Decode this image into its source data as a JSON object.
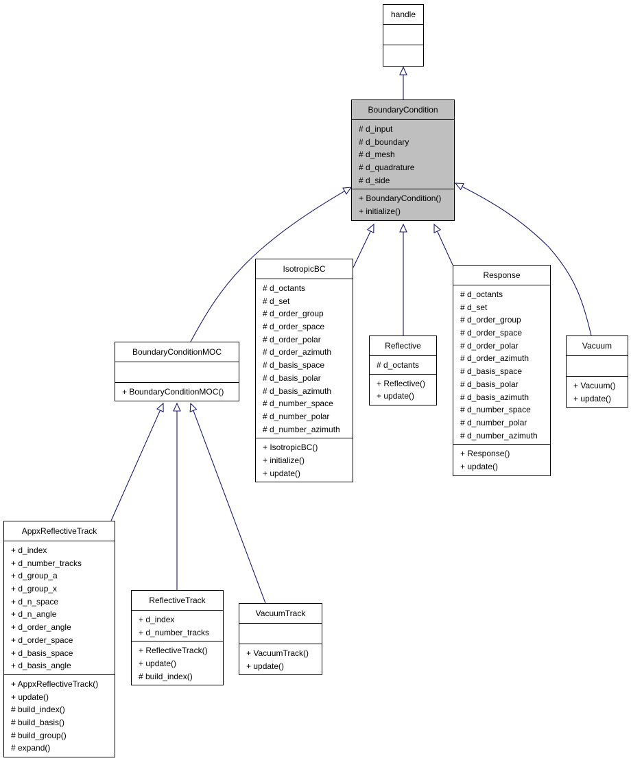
{
  "colors": {
    "edge": "#191970",
    "highlight_fill": "#bfbfbf",
    "border": "#000000"
  },
  "classes": [
    {
      "id": "handle",
      "name": "handle",
      "attributes": [],
      "methods": [],
      "highlight": false
    },
    {
      "id": "boundary-condition",
      "name": "BoundaryCondition",
      "highlight": true,
      "attributes": [
        "# d_input",
        "# d_boundary",
        "# d_mesh",
        "# d_quadrature",
        "# d_side"
      ],
      "methods": [
        "+ BoundaryCondition()",
        "+ initialize()"
      ]
    },
    {
      "id": "boundary-condition-moc",
      "name": "BoundaryConditionMOC",
      "highlight": false,
      "attributes": [],
      "methods": [
        "+ BoundaryConditionMOC()"
      ]
    },
    {
      "id": "isotropic-bc",
      "name": "IsotropicBC",
      "highlight": false,
      "attributes": [
        "# d_octants",
        "# d_set",
        "# d_order_group",
        "# d_order_space",
        "# d_order_polar",
        "# d_order_azimuth",
        "# d_basis_space",
        "# d_basis_polar",
        "# d_basis_azimuth",
        "# d_number_space",
        "# d_number_polar",
        "# d_number_azimuth"
      ],
      "methods": [
        "+ IsotropicBC()",
        "+ initialize()",
        "+ update()"
      ]
    },
    {
      "id": "reflective",
      "name": "Reflective",
      "highlight": false,
      "attributes": [
        "# d_octants"
      ],
      "methods": [
        "+ Reflective()",
        "+ update()"
      ]
    },
    {
      "id": "response",
      "name": "Response",
      "highlight": false,
      "attributes": [
        "# d_octants",
        "# d_set",
        "# d_order_group",
        "# d_order_space",
        "# d_order_polar",
        "# d_order_azimuth",
        "# d_basis_space",
        "# d_basis_polar",
        "# d_basis_azimuth",
        "# d_number_space",
        "# d_number_polar",
        "# d_number_azimuth"
      ],
      "methods": [
        "+ Response()",
        "+ update()"
      ]
    },
    {
      "id": "vacuum",
      "name": "Vacuum",
      "highlight": false,
      "attributes": [],
      "methods": [
        "+ Vacuum()",
        "+ update()"
      ]
    },
    {
      "id": "appx-reflective-track",
      "name": "AppxReflectiveTrack",
      "highlight": false,
      "attributes": [
        "+ d_index",
        "+ d_number_tracks",
        "+ d_group_a",
        "+ d_group_x",
        "+ d_n_space",
        "+ d_n_angle",
        "+ d_order_angle",
        "+ d_order_space",
        "+ d_basis_space",
        "+ d_basis_angle"
      ],
      "methods": [
        "+ AppxReflectiveTrack()",
        "+ update()",
        "# build_index()",
        "# build_basis()",
        "# build_group()",
        "# expand()"
      ]
    },
    {
      "id": "reflective-track",
      "name": "ReflectiveTrack",
      "highlight": false,
      "attributes": [
        "+ d_index",
        "+ d_number_tracks"
      ],
      "methods": [
        "+ ReflectiveTrack()",
        "+ update()",
        "# build_index()"
      ]
    },
    {
      "id": "vacuum-track",
      "name": "VacuumTrack",
      "highlight": false,
      "attributes": [],
      "methods": [
        "+ VacuumTrack()",
        "+ update()"
      ]
    }
  ],
  "edges": [
    {
      "from": "boundary-condition",
      "to": "handle"
    },
    {
      "from": "boundary-condition-moc",
      "to": "boundary-condition"
    },
    {
      "from": "isotropic-bc",
      "to": "boundary-condition"
    },
    {
      "from": "reflective",
      "to": "boundary-condition"
    },
    {
      "from": "response",
      "to": "boundary-condition"
    },
    {
      "from": "vacuum",
      "to": "boundary-condition"
    },
    {
      "from": "appx-reflective-track",
      "to": "boundary-condition-moc"
    },
    {
      "from": "reflective-track",
      "to": "boundary-condition-moc"
    },
    {
      "from": "vacuum-track",
      "to": "boundary-condition-moc"
    }
  ]
}
